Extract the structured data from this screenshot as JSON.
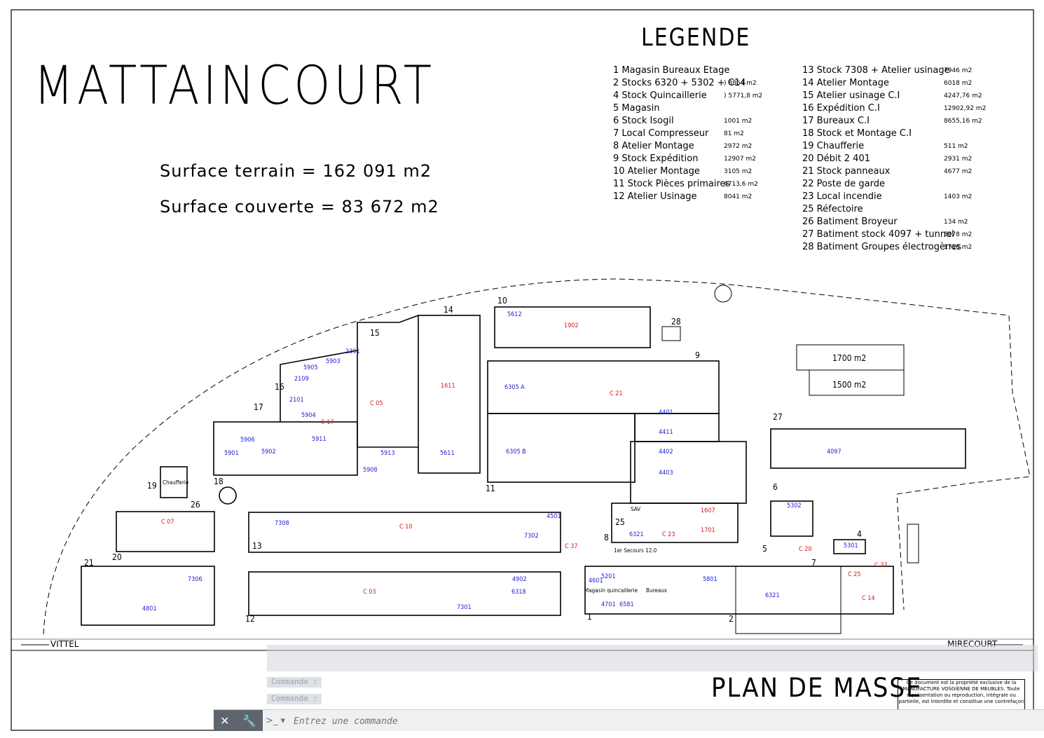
{
  "header": {
    "site_name": "MATTAINCOURT",
    "surface_terrain": "Surface terrain = 162 091 m2",
    "surface_couverte": "Surface couverte = 83 672 m2"
  },
  "legend": {
    "title": "LEGENDE",
    "col1": [
      {
        "label": "1 Magasin Bureaux Etage",
        "area": ""
      },
      {
        "label": "2 Stocks 6320 + 5302 + C14",
        "area": ") 8864 m2"
      },
      {
        "label": "4 Stock Quincaillerie",
        "area": ") 5771,8 m2"
      },
      {
        "label": "5 Magasin",
        "area": ""
      },
      {
        "label": "6 Stock Isogil",
        "area": "1001 m2"
      },
      {
        "label": "7 Local Compresseur",
        "area": "81 m2"
      },
      {
        "label": "8 Atelier Montage",
        "area": "2972 m2"
      },
      {
        "label": "9 Stock Expédition",
        "area": "12907 m2"
      },
      {
        "label": "10 Atelier Montage",
        "area": "3105 m2"
      },
      {
        "label": "11 Stock Pièces primaires",
        "area": "4713,6 m2"
      },
      {
        "label": "12 Atelier Usinage",
        "area": "8041 m2"
      }
    ],
    "col2": [
      {
        "label": "13 Stock 7308 + Atelier usinage",
        "area": "7946 m2"
      },
      {
        "label": "14 Atelier Montage",
        "area": "6018 m2"
      },
      {
        "label": "15 Atelier usinage C.I",
        "area": "4247,76 m2"
      },
      {
        "label": "16 Expédition C.I",
        "area": "12902,92 m2"
      },
      {
        "label": "17 Bureaux C.I",
        "area": "8655,16 m2"
      },
      {
        "label": "18 Stock et Montage C.I",
        "area": ""
      },
      {
        "label": "19 Chaufferie",
        "area": "511 m2"
      },
      {
        "label": "20 Débit 2 401",
        "area": "2931 m2"
      },
      {
        "label": "21 Stock panneaux",
        "area": "4677 m2"
      },
      {
        "label": "22 Poste de garde",
        "area": ""
      },
      {
        "label": "23 Local incendie",
        "area": "1403 m2"
      },
      {
        "label": "25 Réfectoire",
        "area": ""
      },
      {
        "label": "26 Batiment Broyeur",
        "area": "134 m2"
      },
      {
        "label": "27 Batiment stock 4097 + tunnel",
        "area": "5078 m2"
      },
      {
        "label": "28 Batiment Groupes électrogènes",
        "area": "1718 m2"
      }
    ]
  },
  "plan": {
    "building_numbers": [
      "1",
      "2",
      "4",
      "5",
      "6",
      "7",
      "8",
      "9",
      "10",
      "11",
      "12",
      "13",
      "14",
      "15",
      "16",
      "17",
      "18",
      "19",
      "20",
      "21",
      "25",
      "26",
      "27",
      "28"
    ],
    "blue_labels": [
      "5612",
      "6305 A",
      "6305 B",
      "4401",
      "4411",
      "4402",
      "4403",
      "4097",
      "4501",
      "5906",
      "5905",
      "5903",
      "5901",
      "5904",
      "5902",
      "5911",
      "5913",
      "5908",
      "5611",
      "7308",
      "7302",
      "7306",
      "4801",
      "4902",
      "6318",
      "7301",
      "5201",
      "4601",
      "4701",
      "6581",
      "5801",
      "6321",
      "5301",
      "5302",
      "6321",
      "2101",
      "2109",
      "2301"
    ],
    "red_labels": [
      "1902",
      "C 21",
      "C 05",
      "1611",
      "C 07",
      "C 10",
      "C 17",
      "C 37",
      "C 23",
      "1607",
      "1701",
      "C 25",
      "C 37",
      "C 14",
      "C 20",
      "C 03"
    ],
    "black_labels": [
      "SAV",
      "Bureaux",
      "Magasin quincaillerie",
      "Chaufferie",
      "1er Secours 12.0"
    ],
    "area_boxes": [
      "1700 m2",
      "1500 m2"
    ],
    "roads": {
      "left": "VITTEL",
      "right": "MIRECOURT"
    }
  },
  "footer": {
    "plan_title": "PLAN DE MASSE",
    "ownership_note": "Ce document est la propriété exclusive de la MANUFACTURE VOSGIENNE DE MEUBLES. Toute représentation ou reproduction, intégrale ou partielle, est interdite et constitue une contrefaçon"
  },
  "command_line": {
    "history_chip_1": "Commande :",
    "history_chip_2": "Commande :",
    "placeholder": "Entrez une commande",
    "tools": [
      "close-icon",
      "wrench-icon"
    ]
  }
}
